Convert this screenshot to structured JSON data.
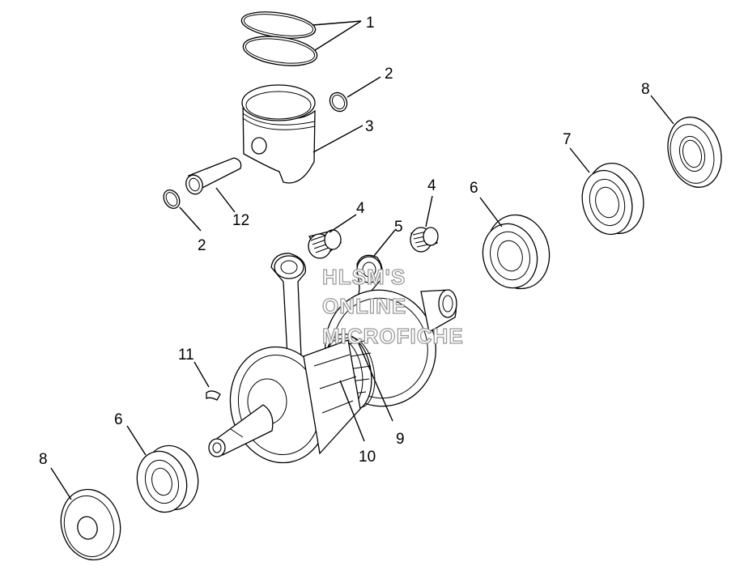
{
  "callouts": [
    {
      "id": "c1",
      "text": "1"
    },
    {
      "id": "c2a",
      "text": "2"
    },
    {
      "id": "c2b",
      "text": "2"
    },
    {
      "id": "c3",
      "text": "3"
    },
    {
      "id": "c4a",
      "text": "4"
    },
    {
      "id": "c4b",
      "text": "4"
    },
    {
      "id": "c5",
      "text": "5"
    },
    {
      "id": "c6a",
      "text": "6"
    },
    {
      "id": "c6b",
      "text": "6"
    },
    {
      "id": "c7",
      "text": "7"
    },
    {
      "id": "c8a",
      "text": "8"
    },
    {
      "id": "c8b",
      "text": "8"
    },
    {
      "id": "c9",
      "text": "9"
    },
    {
      "id": "c10",
      "text": "10"
    },
    {
      "id": "c11",
      "text": "11"
    },
    {
      "id": "c12",
      "text": "12"
    }
  ],
  "watermark": {
    "line1": "HLSM'S",
    "line2": "ONLINE",
    "line3": "MICROFICHE"
  }
}
